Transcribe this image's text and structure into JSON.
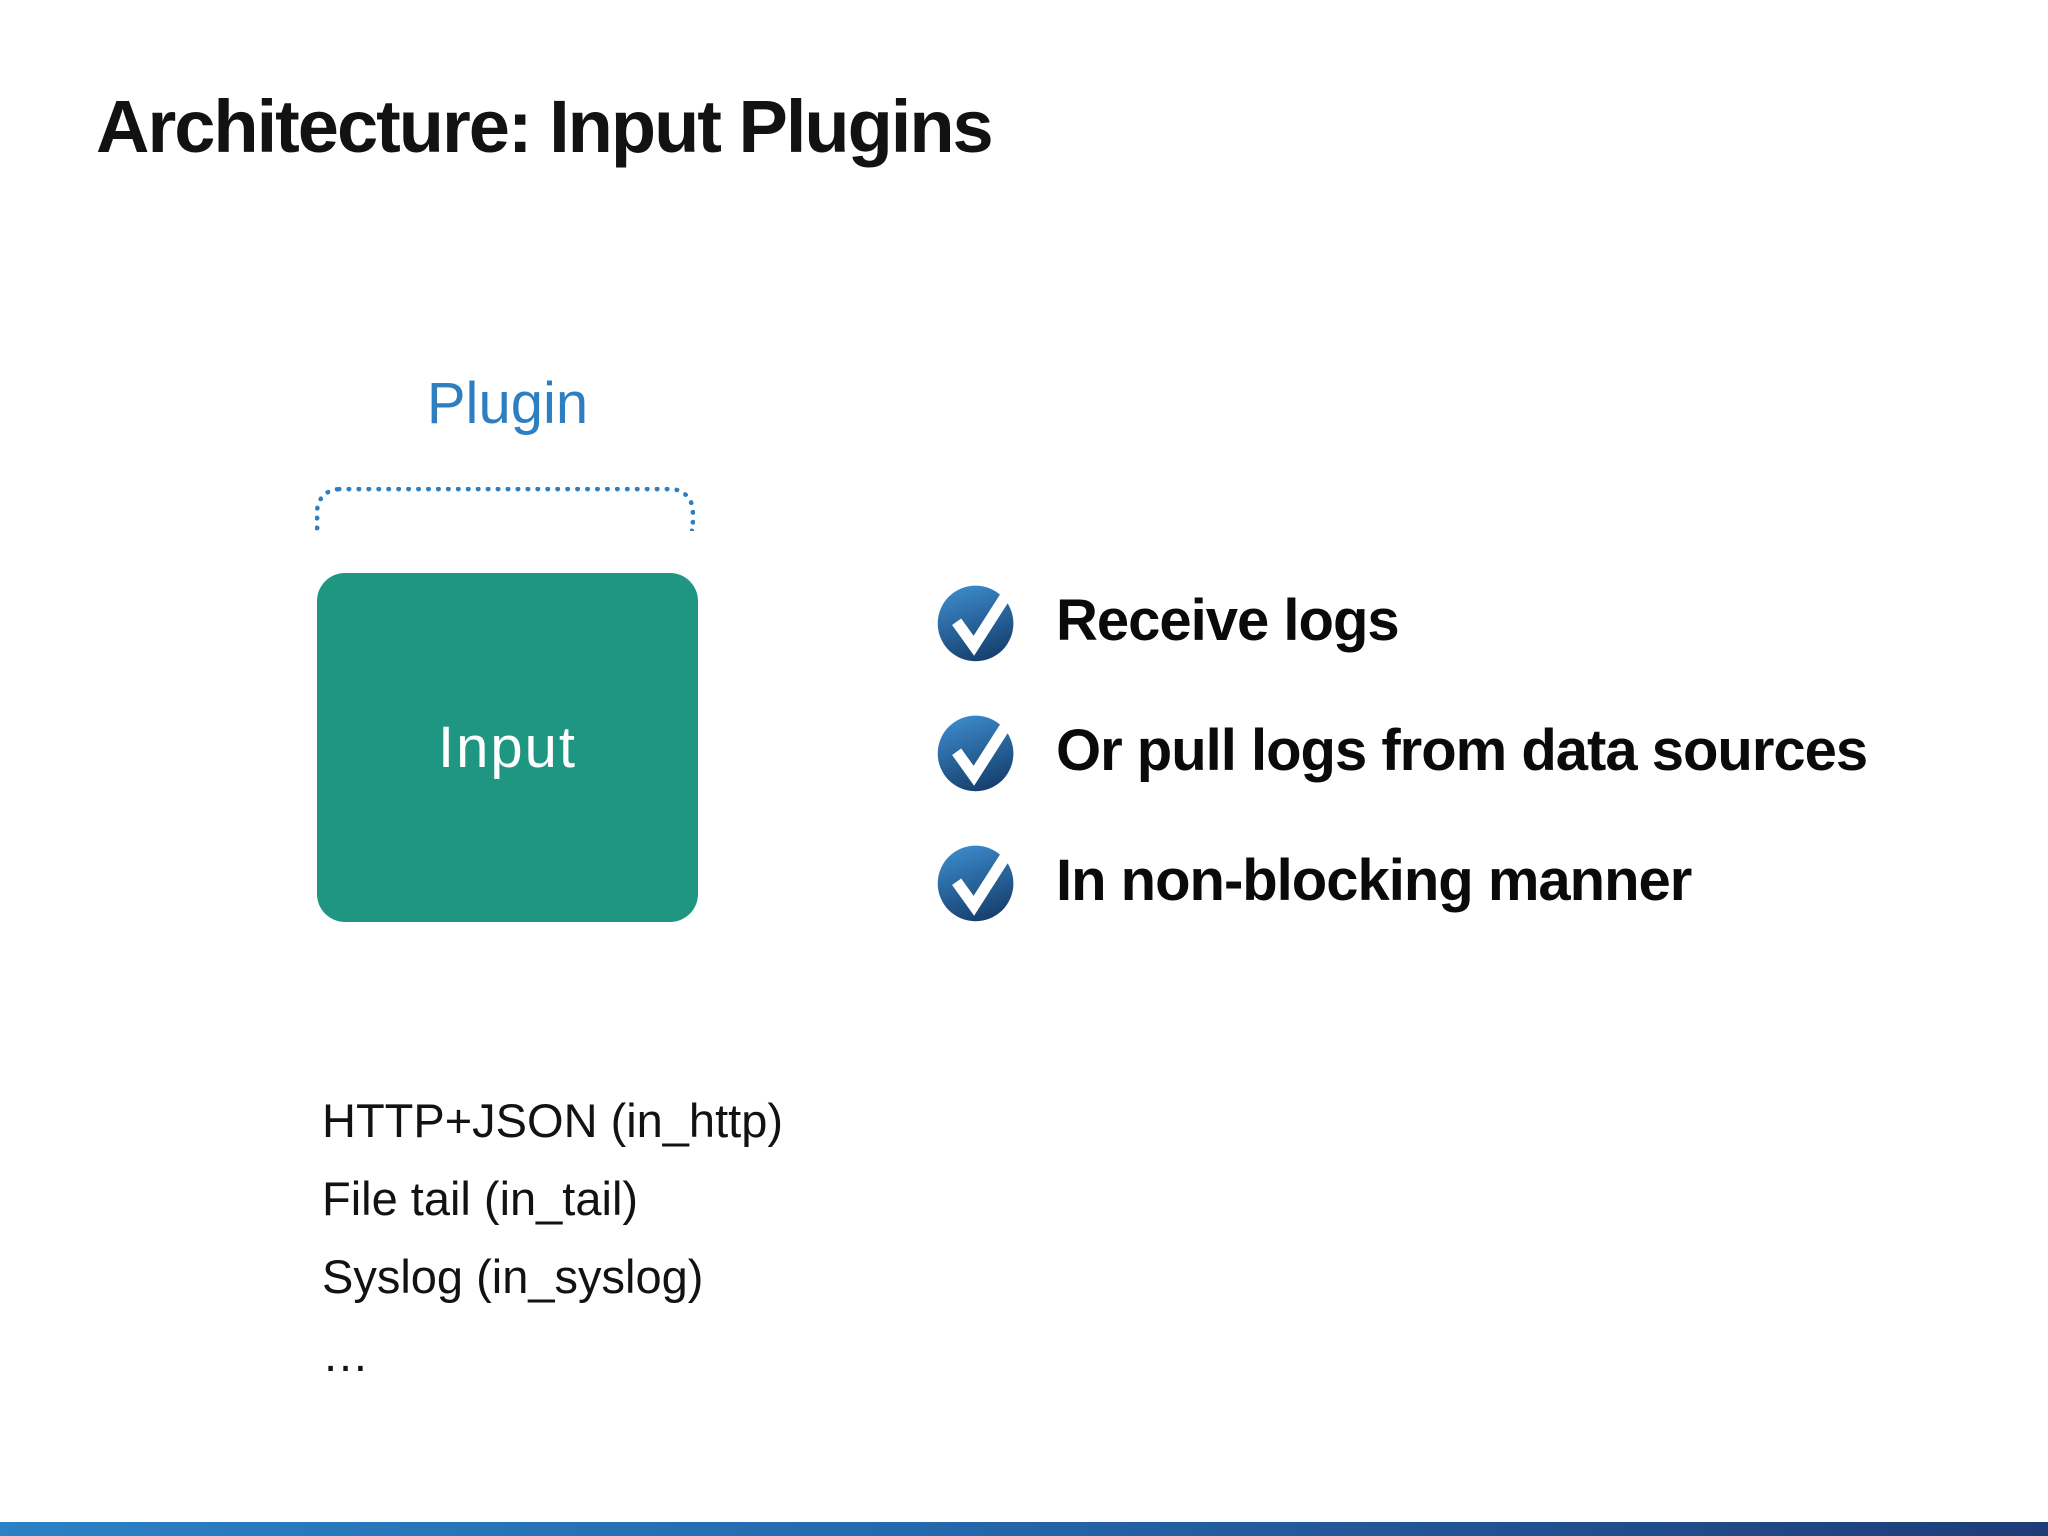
{
  "slide": {
    "title": "Architecture: Input Plugins"
  },
  "diagram": {
    "plugin_label": "Plugin",
    "box_label": "Input",
    "box_color": "#1f9682",
    "box_text_color": "#ffffff",
    "bracket_color": "#2e7fc1",
    "plugin_label_color": "#2e7fc1"
  },
  "bullets": {
    "icon": "check-circle-icon",
    "icon_gradient_top": "#3d8ccd",
    "icon_gradient_bottom": "#16406f",
    "icon_check_color": "#ffffff",
    "items": [
      {
        "text": "Receive logs"
      },
      {
        "text": "Or pull logs from data sources"
      },
      {
        "text": "In non-blocking manner"
      }
    ]
  },
  "plugin_examples": {
    "items": [
      "HTTP+JSON (in_http)",
      "File tail (in_tail)",
      "Syslog (in_syslog)",
      "…"
    ]
  },
  "footer": {
    "bar_gradient_left": "#2b81c5",
    "bar_gradient_right": "#1e3c78"
  }
}
